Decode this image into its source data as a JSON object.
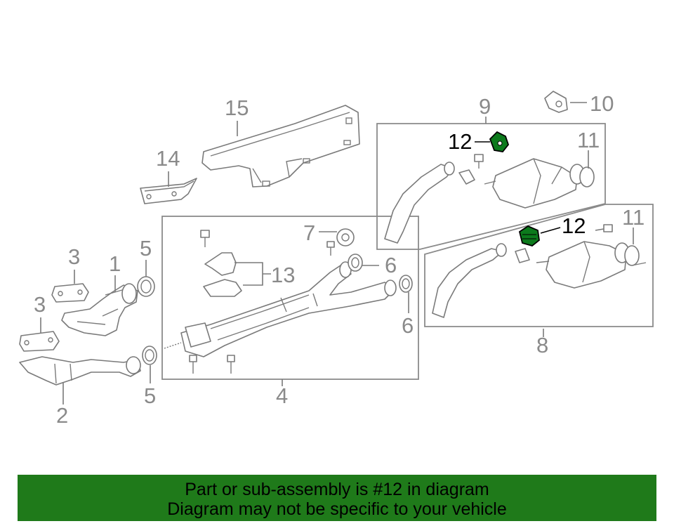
{
  "diagram": {
    "callouts": {
      "c1": "1",
      "c2": "2",
      "c3a": "3",
      "c3b": "3",
      "c4": "4",
      "c5a": "5",
      "c5b": "5",
      "c6a": "6",
      "c6b": "6",
      "c7": "7",
      "c8": "8",
      "c9": "9",
      "c10": "10",
      "c11a": "11",
      "c11b": "11",
      "c12a": "12",
      "c12b": "12",
      "c13": "13",
      "c14": "14",
      "c15": "15"
    },
    "highlighted_part": "12",
    "highlight_color": "#0c7a1c"
  },
  "banner": {
    "line1": "Part or sub-assembly is #12 in diagram",
    "line2": "Diagram may not be specific to your vehicle",
    "background": "#1f7a1a"
  }
}
